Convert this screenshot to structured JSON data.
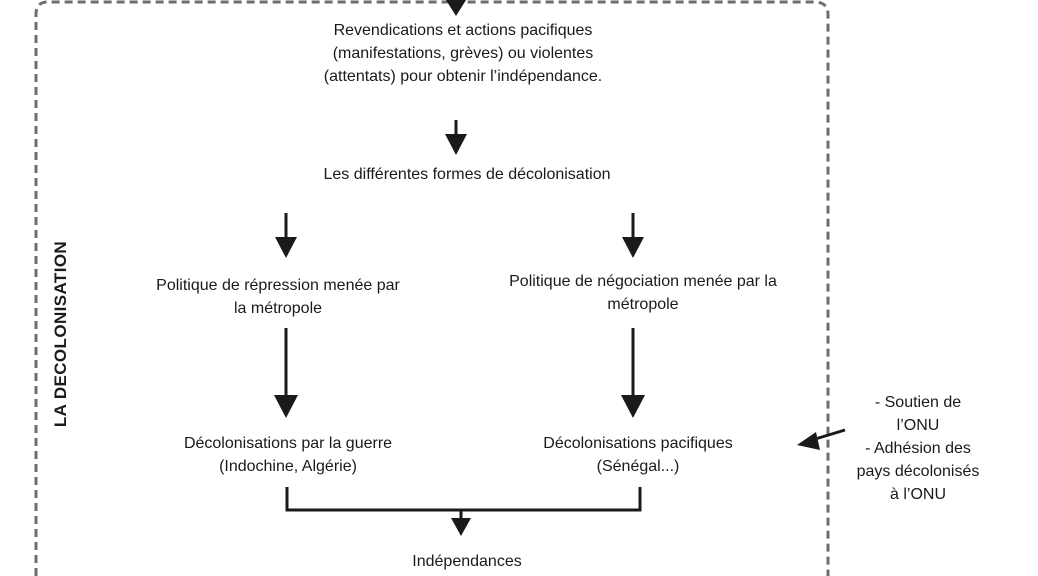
{
  "diagram": {
    "side_title": "LA DECOLONISATION",
    "nodes": {
      "revendications": [
        "Revendications et actions pacifiques",
        "(manifestations, grèves) ou violentes",
        "(attentats) pour obtenir l’indépendance."
      ],
      "formes": [
        "Les différentes formes de décolonisation"
      ],
      "repression": [
        "Politique de répression menée par",
        "la métropole"
      ],
      "negociation": [
        "Politique de négociation menée par la",
        "métropole"
      ],
      "guerre": [
        "Décolonisations par la guerre",
        "(Indochine, Algérie)"
      ],
      "pacifiques": [
        "Décolonisations pacifiques",
        "(Sénégal...)"
      ],
      "onu": [
        "- Soutien de",
        "l’ONU",
        "- Adhésion des",
        "pays décolonisés",
        "à l’ONU"
      ],
      "independances": [
        "Indépendances"
      ]
    },
    "colors": {
      "line": "#1a1a1a",
      "dashed_border": "#6e6e6e",
      "background": "#ffffff"
    }
  }
}
